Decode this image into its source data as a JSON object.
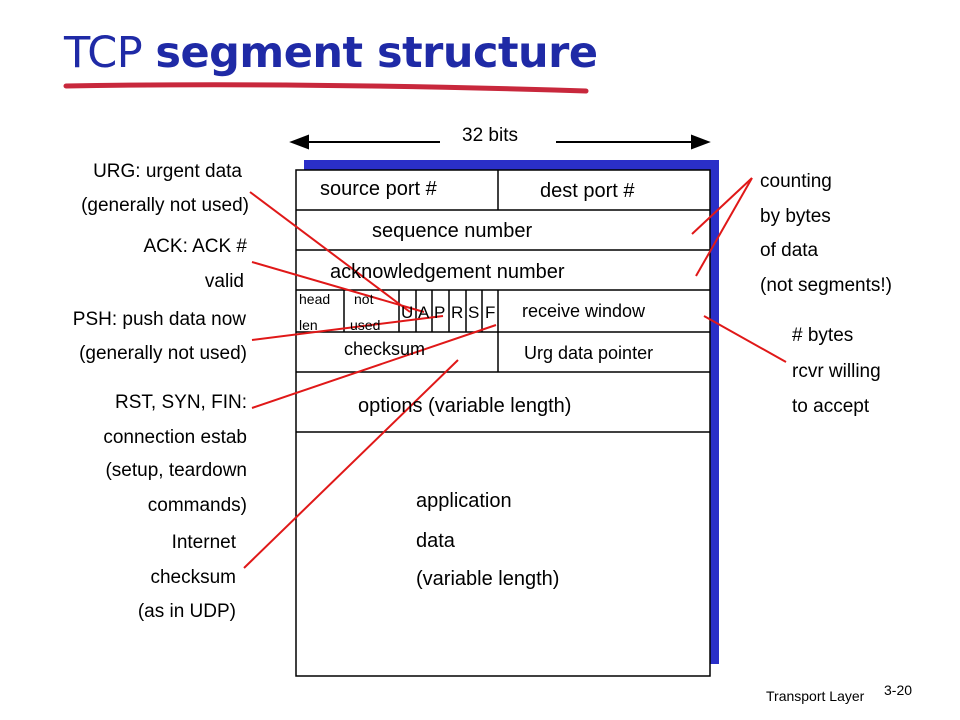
{
  "title": {
    "word1": "TCP",
    "rest": "segment structure"
  },
  "width_label": "32 bits",
  "fields": {
    "source_port": "source port #",
    "dest_port": "dest port #",
    "sequence": "sequence number",
    "ack_number": "acknowledgement number",
    "head_len_1": "head",
    "head_len_2": "len",
    "not_used_1": "not",
    "not_used_2": "used",
    "flags": [
      "U",
      "A",
      "P",
      "R",
      "S",
      "F"
    ],
    "receive_window": "receive window",
    "checksum": "checksum",
    "urg_pointer": "Urg data pointer",
    "options": "options (variable length)",
    "app_data": [
      "application",
      "data",
      "(variable length)"
    ]
  },
  "annotations": {
    "urg": [
      "URG: urgent data",
      "(generally not used)"
    ],
    "ack": [
      "ACK: ACK #",
      "valid"
    ],
    "psh": [
      "PSH: push data now",
      "(generally not used)"
    ],
    "rst": [
      "RST, SYN, FIN:",
      "connection estab",
      "(setup, teardown",
      "commands)"
    ],
    "internet_checksum": [
      "Internet",
      "checksum",
      "(as in UDP)"
    ],
    "counting": [
      "counting",
      "by bytes",
      "of data",
      "(not segments!)"
    ],
    "bytes": [
      "# bytes",
      "rcvr willing",
      "to accept"
    ]
  },
  "footer": {
    "section": "Transport Layer",
    "page": "3-20"
  },
  "colors": {
    "title": "#1f2aa6",
    "underline": "#c8283c",
    "shadow": "#2a2fc8",
    "pointer": "#e01818"
  }
}
